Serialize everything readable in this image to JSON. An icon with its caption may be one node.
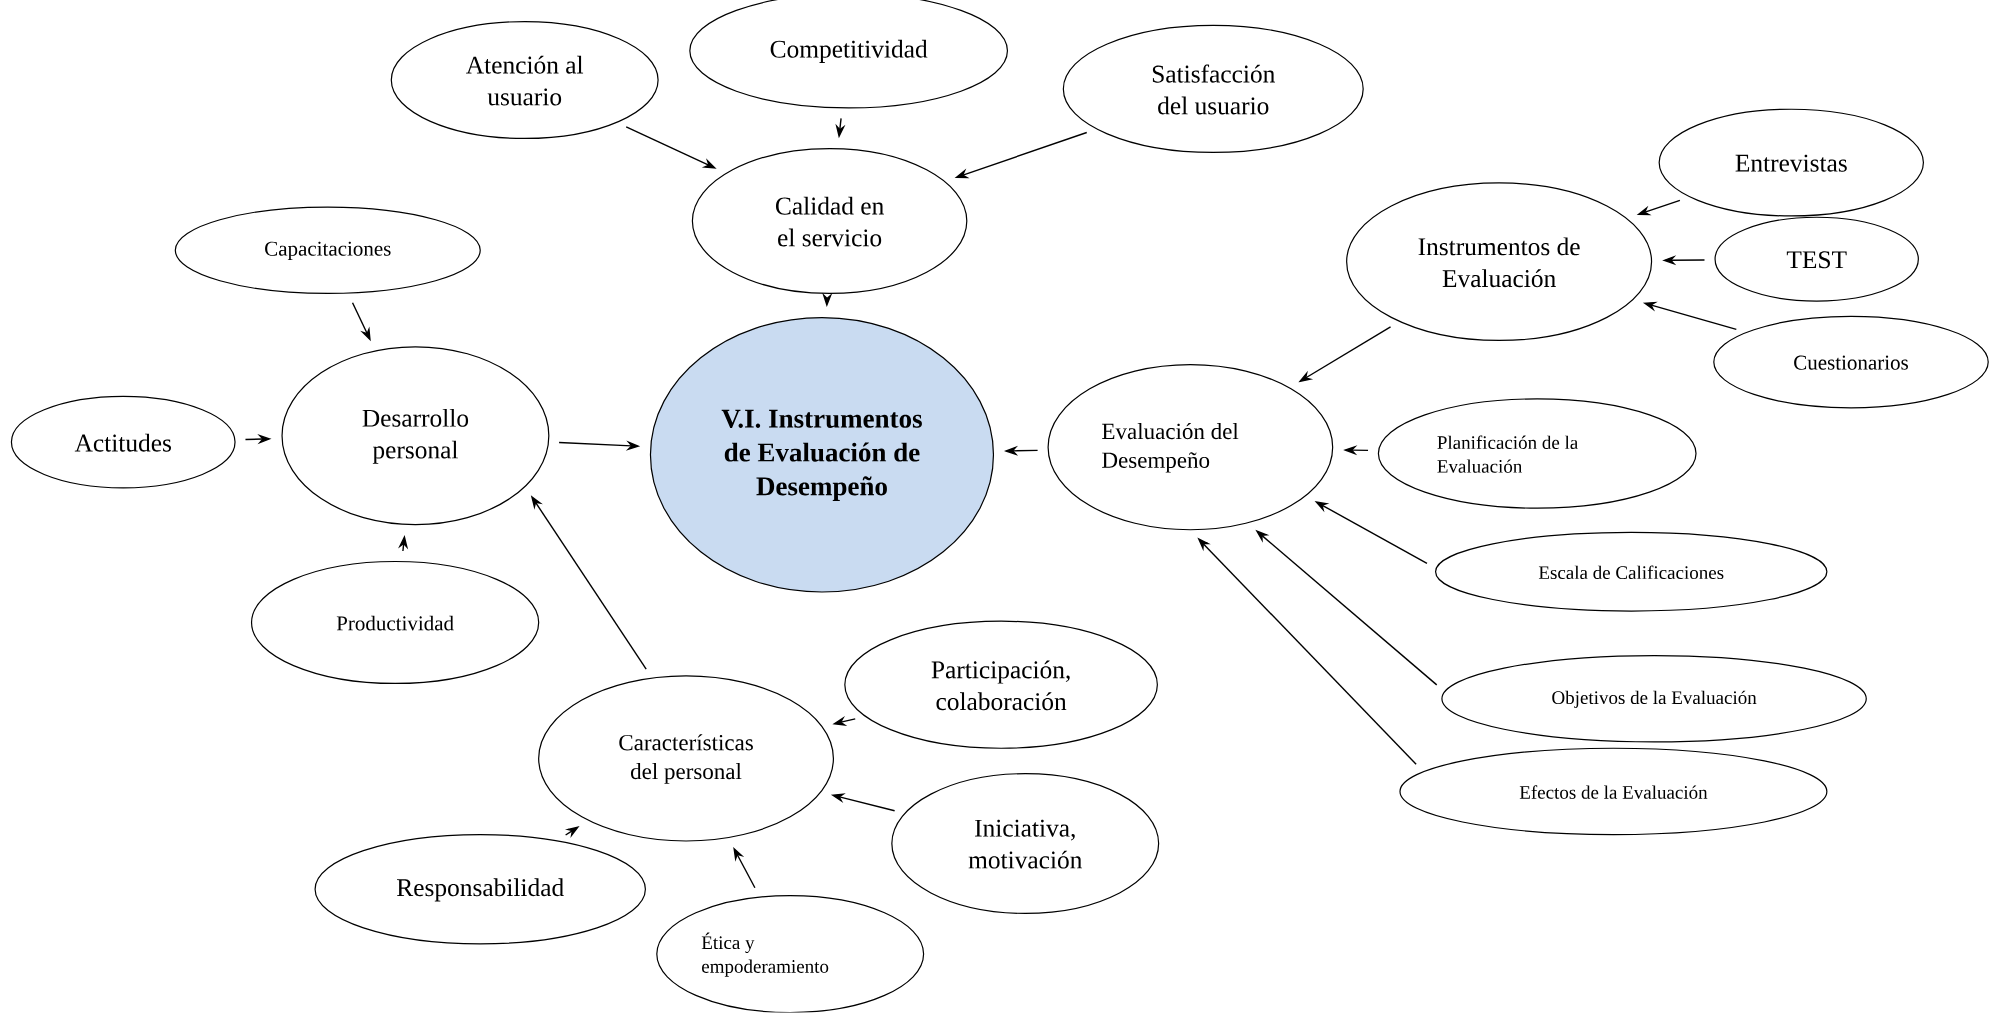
{
  "diagram": {
    "nodes": [
      {
        "text": [
          "Atención al usuario"
        ]
      },
      {
        "text": [
          "Competitividad"
        ]
      },
      {
        "text": [
          "Satisfacción del usuario"
        ]
      },
      {
        "text": [
          "Calidad en el servicio"
        ]
      },
      {
        "text": [
          "Capacitaciones"
        ]
      },
      {
        "text": [
          "Desarrollo personal"
        ]
      },
      {
        "text": [
          "Actitudes"
        ]
      },
      {
        "text": [
          "V.I. Instrumentos de Evaluación de Desempeño"
        ]
      },
      {
        "text": [
          "Productividad"
        ]
      },
      {
        "text": [
          "Entrevistas"
        ]
      },
      {
        "text": [
          "Instrumentos de Evaluación"
        ]
      },
      {
        "text": [
          "TEST"
        ]
      },
      {
        "text": [
          "Cuestionarios"
        ]
      },
      {
        "text": [
          "Evaluación del Desempeño"
        ]
      },
      {
        "text": [
          "Planificación de la Evaluación"
        ]
      },
      {
        "text": [
          "Escala de Calificaciones"
        ]
      },
      {
        "text": [
          "Participación, colaboración"
        ]
      },
      {
        "text": [
          "Características del personal"
        ]
      },
      {
        "text": [
          "Objetivos de la Evaluación"
        ]
      },
      {
        "text": [
          "Efectos de la Evaluación"
        ]
      },
      {
        "text": [
          "Iniciativa, motivación"
        ]
      },
      {
        "text": [
          "Responsabilidad"
        ]
      },
      {
        "text": [
          "Ética y empoderamiento"
        ]
      }
    ],
    "edges": [
      {
        "from": 0,
        "to": 3,
        "arrow": "to"
      },
      {
        "from": 1,
        "to": 3,
        "arrow": "to"
      },
      {
        "from": 2,
        "to": 3,
        "arrow": "to"
      },
      {
        "from": 3,
        "to": 7,
        "arrow": "to"
      },
      {
        "from": 4,
        "to": 5,
        "arrow": "to"
      },
      {
        "from": 6,
        "to": 5,
        "arrow": "to"
      },
      {
        "from": 8,
        "to": 5,
        "arrow": "to"
      },
      {
        "from": 5,
        "to": 7,
        "arrow": "to"
      },
      {
        "from": 9,
        "to": 10,
        "arrow": "to"
      },
      {
        "from": 11,
        "to": 10,
        "arrow": "to"
      },
      {
        "from": 12,
        "to": 10,
        "arrow": "to"
      },
      {
        "from": 10,
        "to": 13,
        "arrow": "to"
      },
      {
        "from": 14,
        "to": 13,
        "arrow": "to"
      },
      {
        "from": 15,
        "to": 13,
        "arrow": "to"
      },
      {
        "from": 18,
        "to": 13,
        "arrow": "to"
      },
      {
        "from": 19,
        "to": 13,
        "arrow": "to"
      },
      {
        "from": 13,
        "to": 7,
        "arrow": "to"
      },
      {
        "from": 16,
        "to": 17,
        "arrow": "to"
      },
      {
        "from": 20,
        "to": 17,
        "arrow": "to"
      },
      {
        "from": 21,
        "to": 17,
        "arrow": "to"
      },
      {
        "from": 22,
        "to": 17,
        "arrow": "to"
      },
      {
        "from": 17,
        "to": 5,
        "arrow": "to"
      }
    ]
  }
}
